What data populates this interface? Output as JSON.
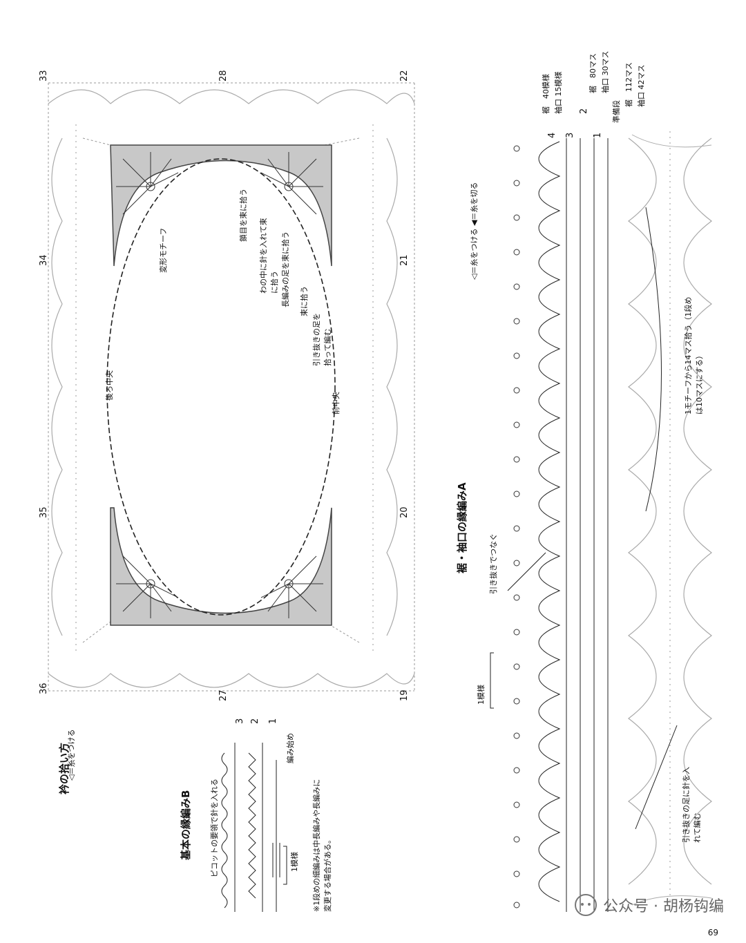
{
  "collar": {
    "title": "衿の拾い方",
    "legend": "◁＝糸をつける",
    "numbers_top": [
      "33",
      "28",
      "22"
    ],
    "numbers_mid_left": [
      "34",
      "21"
    ],
    "numbers_mid2": [
      "35",
      "20"
    ],
    "numbers_bottom": [
      "36",
      "27",
      "19"
    ],
    "labels": {
      "henkei": "変形モチーフ",
      "kusari": "鎖目を束に拾う",
      "wanonaka": "わの中に針を入れて束に拾う",
      "chouami": "長編みの足を束に拾う",
      "tabaniriu": "束に拾う",
      "hikinuki": "引き抜きの足を拾って編む",
      "ushiro": "後ろ中央",
      "mae": "前中央"
    }
  },
  "basic_b": {
    "title": "基本の縁編みB",
    "picot": "ピコットの要領で針を入れる",
    "repeat": "1模様",
    "start": "編み始め",
    "rows": [
      "3",
      "2",
      "1"
    ],
    "note": "※1段めの細編みは中長編みや長編みに変更する場合がある。"
  },
  "hem": {
    "title": "裾・袖口の縁編みA",
    "legend": "◁＝糸をつける ◀＝糸を切る",
    "repeat": "1模様",
    "hikinuki": "引き抜きでつなぐ",
    "motif_note": "1モチーフから14マス拾う（1段めは10マスにする）",
    "hikinuki2": "引き抜きの足に針を入れて編む",
    "row_labels": [
      "4",
      "3",
      "2",
      "1",
      "準備段"
    ],
    "counts": {
      "r4a": "裾　40模様",
      "r4b": "袖口 15模様",
      "r1a": "裾　80マス",
      "r1b": "袖口 30マス",
      "pa": "裾　112マス",
      "pb": "袖口 42マス"
    }
  },
  "watermark": "公众号 · 胡杨钩编",
  "page_number": "69"
}
